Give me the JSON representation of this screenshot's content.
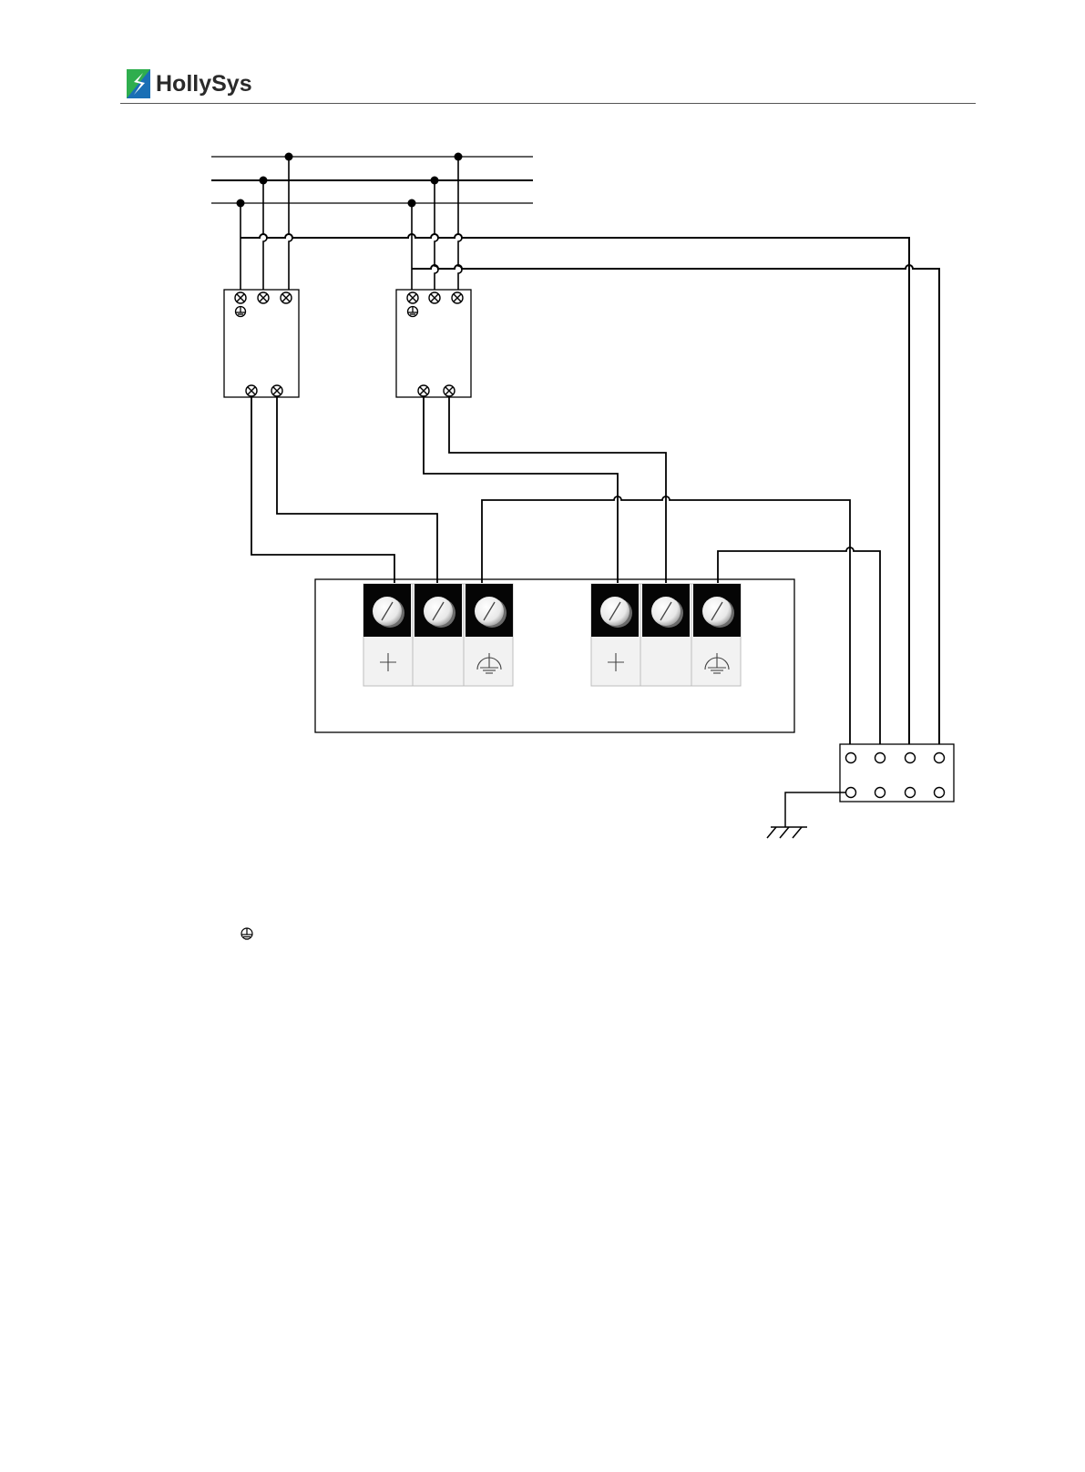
{
  "header": {
    "brand": "HollySys",
    "brand_color": "#1a6fb5",
    "brand_accent": "#2fae4e"
  },
  "diagram": {
    "description_icons": [
      "protective-earth-symbol",
      "plus-symbol",
      "ground-symbol"
    ],
    "terminal_groups": [
      {
        "labels": [
          "+",
          "",
          "ground"
        ]
      },
      {
        "labels": [
          "+",
          "",
          "ground"
        ]
      }
    ]
  }
}
